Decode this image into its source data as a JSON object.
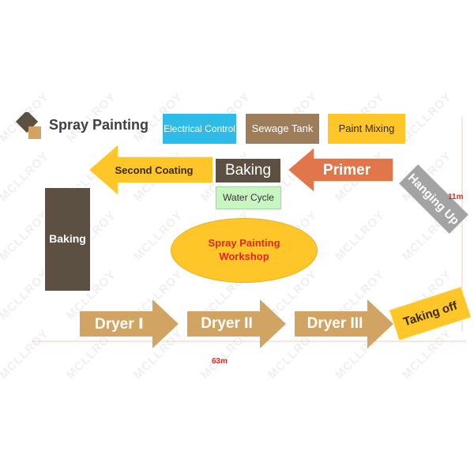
{
  "watermark": "MCLLROY",
  "title": "Spray Painting",
  "colors": {
    "brown_dark": "#5c5043",
    "tan": "#d2a463",
    "yellow": "#ffc629",
    "blue": "#2ebbe8",
    "orange": "#e0764a",
    "gray": "#a3a3a3",
    "green_light": "#c9f5c3",
    "red_text": "#e8251a"
  },
  "boxes": {
    "electrical_control": "Electrical Control",
    "sewage_tank": "Sewage Tank",
    "paint_mixing": "Paint Mixing",
    "baking_top": "Baking",
    "water_cycle": "Water Cycle",
    "baking_left": "Baking"
  },
  "arrows": {
    "second_coating": "Second Coating",
    "primer": "Primer",
    "hanging_up": "Hanging Up",
    "taking_off": "Taking off",
    "dryer_1": "Dryer Ⅰ",
    "dryer_2": "Dryer II",
    "dryer_3": "Dryer III"
  },
  "center": {
    "line1": "Spray Painting",
    "line2": "Workshop"
  },
  "dimensions": {
    "height": "11m",
    "width": "63m"
  }
}
